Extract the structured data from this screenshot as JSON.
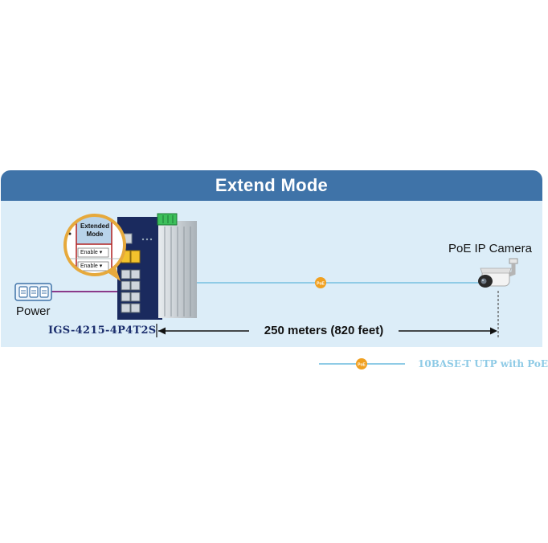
{
  "banner": {
    "title": "Extend Mode"
  },
  "power": {
    "label": "Power"
  },
  "camera": {
    "label": "PoE IP Camera"
  },
  "switch": {
    "model": "IGS-4215-4P4T2S"
  },
  "link": {
    "distance": "250 meters (820 feet)",
    "badge": "PoE"
  },
  "magnifier": {
    "header": "Extended Mode",
    "option_1": "Enable ▾",
    "option_2": "Enable ▾"
  },
  "legend": {
    "label": "10BASE-T UTP with PoE",
    "badge": "PoE"
  },
  "colors": {
    "banner": "#3f73a8",
    "panel": "#dcedf8",
    "link_line": "#8fcbe6",
    "poe_badge": "#f0a020",
    "power_line": "#8a3a8a",
    "zoom_ring": "#e6a93c",
    "model_text": "#1c2f6e"
  }
}
